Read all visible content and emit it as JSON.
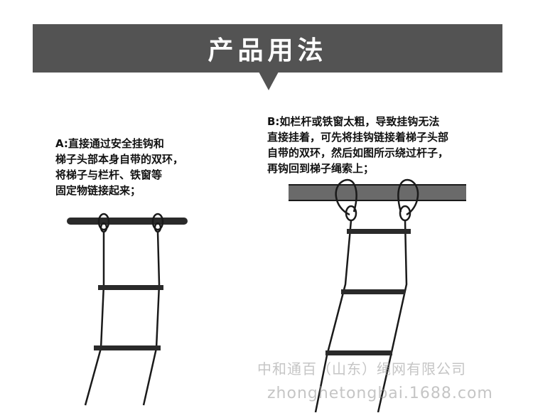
{
  "header": {
    "title": "产品用法"
  },
  "instruction_a": {
    "lines": [
      "A:直接通过安全挂钩和",
      "梯子头部本身自带的双环，",
      "将梯子与栏杆、铁窗等",
      "固定物链接起来；"
    ]
  },
  "instruction_b": {
    "lines": [
      "B:如栏杆或铁窗太粗，导致挂钩无法",
      "直接挂着，可先将挂钩链接着梯子头部",
      "自带的双环，然后如图所示绕过杆子，",
      "再钩回到梯子绳索上；"
    ]
  },
  "watermark": {
    "company": "中和通百（山东）绳网有限公司",
    "url": "zhonghetongbai.1688.com"
  },
  "colors": {
    "banner": "#535353",
    "banner_text": "#ffffff",
    "ink": "#1a1a1a"
  }
}
